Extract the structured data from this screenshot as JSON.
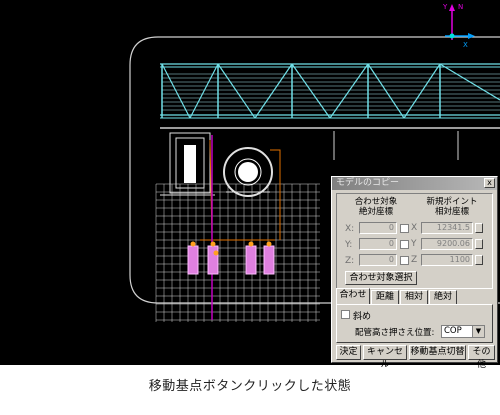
{
  "axis": {
    "y_label": "Y",
    "n_label": "N",
    "x_label": "X"
  },
  "dialog": {
    "title": "モデルのコピー",
    "close_label": "x",
    "panel": {
      "col1_header": [
        "合わせ対象",
        "絶対座標"
      ],
      "col2_header": [
        "新規ポイント",
        "相対座標"
      ],
      "rows": [
        {
          "axis": "X:",
          "value1": "0",
          "check": "X",
          "value2": "12341.5"
        },
        {
          "axis": "Y:",
          "value1": "0",
          "check": "Y",
          "value2": "9200.06"
        },
        {
          "axis": "Z:",
          "value1": "0",
          "check": "Z",
          "value2": "1100"
        }
      ],
      "select_target_button": "合わせ対象選択"
    },
    "tabs": [
      "合わせ",
      "距離",
      "相対",
      "絶対"
    ],
    "active_tab": "合わせ",
    "diagonal_label": "斜め",
    "pipe_height_label": "配管高さ押さえ位置:",
    "pipe_height_value": "COP",
    "buttons": {
      "confirm": "決定",
      "cancel": "キャンセル",
      "move_base": "移動基点切替",
      "other": "その他"
    }
  },
  "caption": "移動基点ボタンクリックした状態"
}
